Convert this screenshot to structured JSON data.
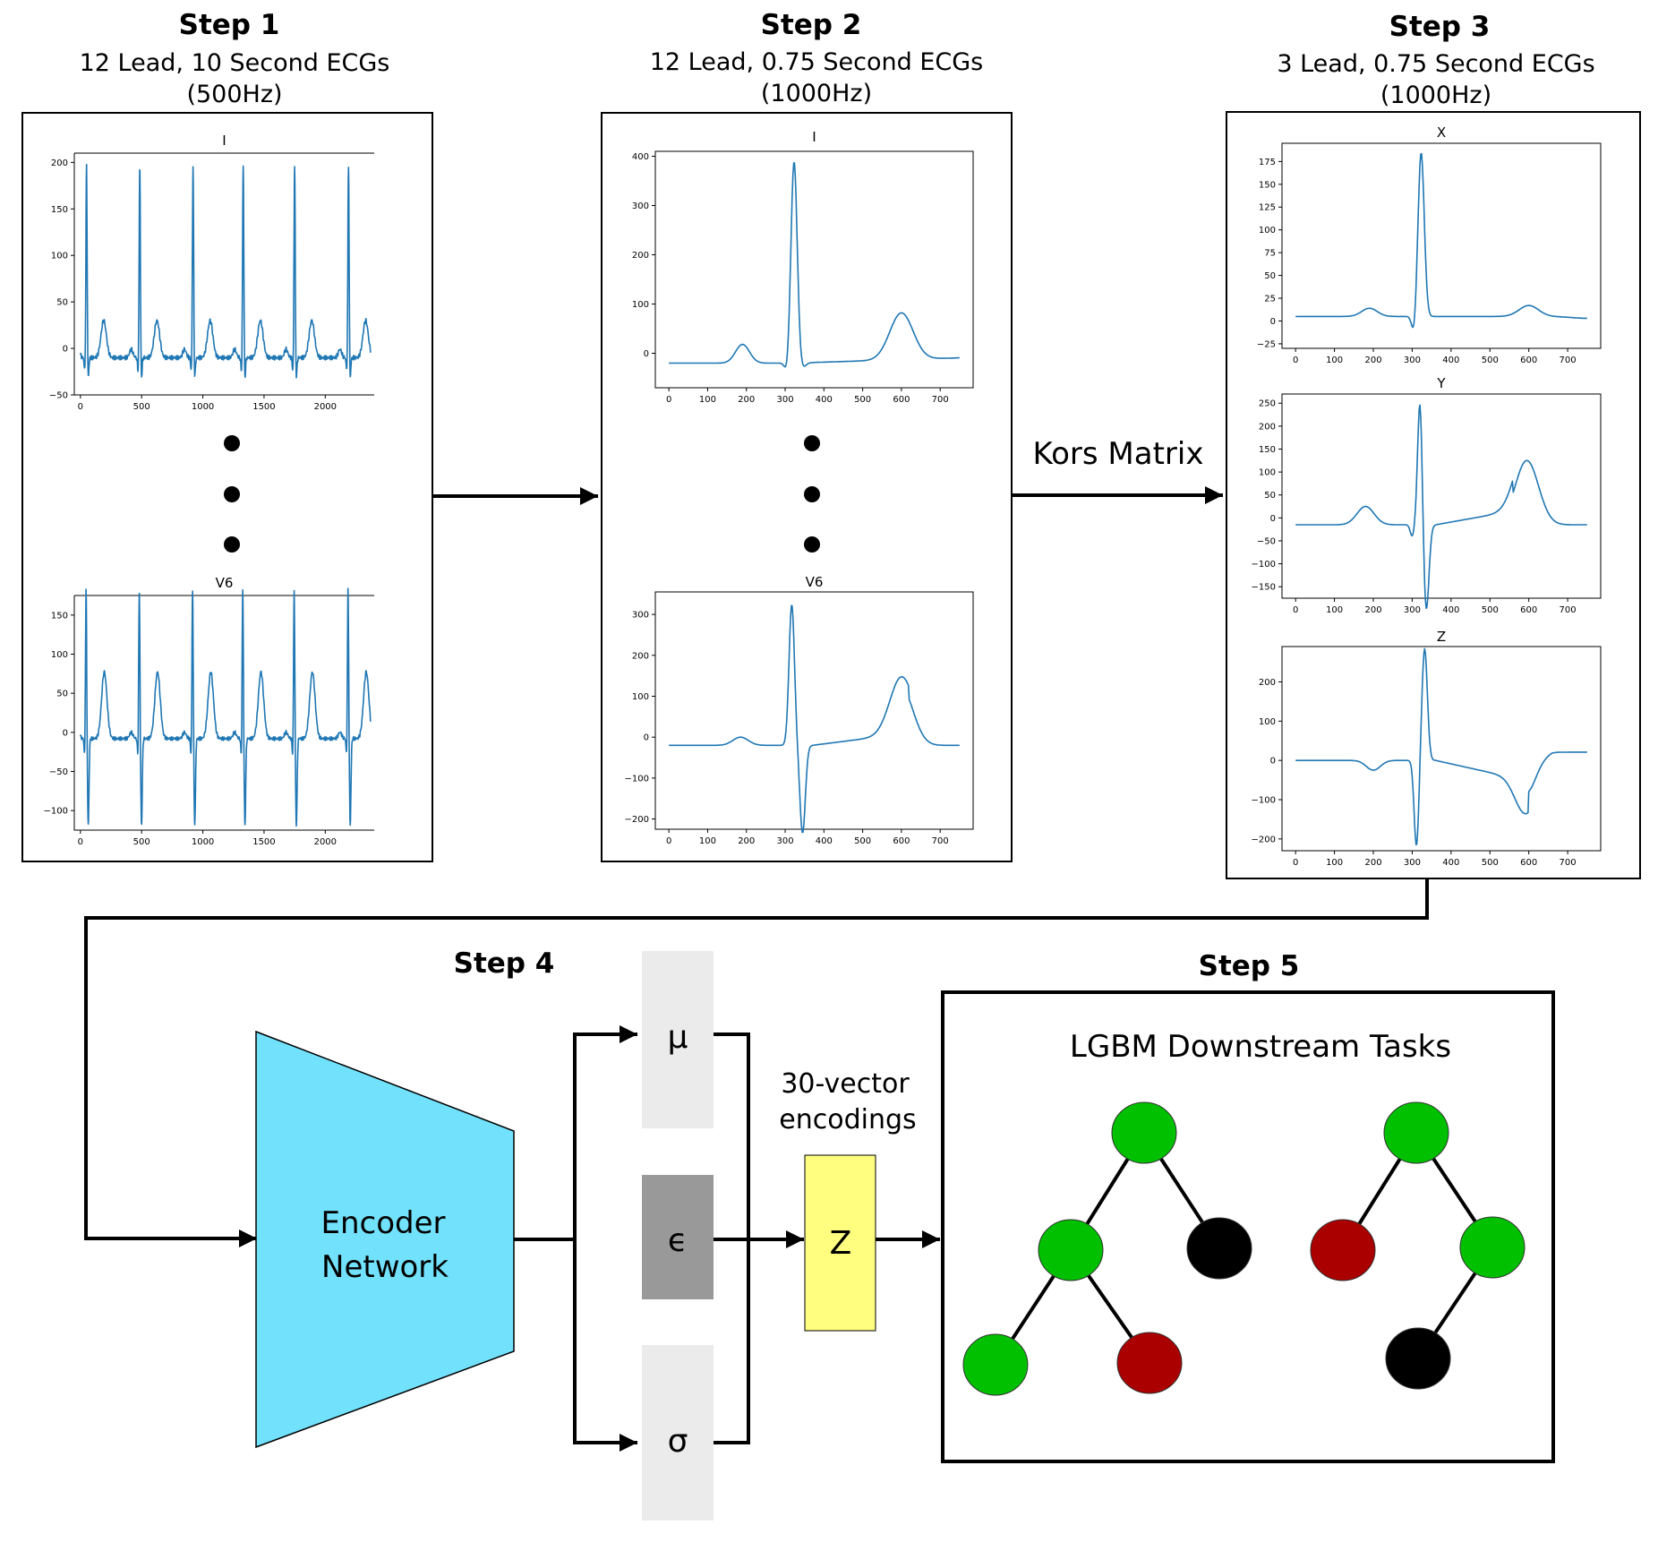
{
  "steps": {
    "step1": {
      "title": "Step 1",
      "line1": "12 Lead, 10 Second ECGs",
      "line2": "(500Hz)"
    },
    "step2": {
      "title": "Step 2",
      "line1": "12 Lead, 0.75 Second ECGs",
      "line2": "(1000Hz)"
    },
    "step3": {
      "title": "Step 3",
      "line1": "3 Lead, 0.75 Second ECGs",
      "line2": "(1000Hz)"
    },
    "step4": {
      "title": "Step 4"
    },
    "step5": {
      "title": "Step 5",
      "heading": "LGBM Downstream Tasks"
    }
  },
  "kors_label": "Kors Matrix",
  "encoder": {
    "line1": "Encoder",
    "line2": "Network",
    "color": "#72e1fc"
  },
  "latent": {
    "mu": "μ",
    "epsilon": "ϵ",
    "sigma": "σ",
    "z": "Z",
    "encoding_line1": "30-vector",
    "encoding_line2": "encodings",
    "z_color": "#fffe7f",
    "mu_sigma_color": "#ebebeb",
    "epsilon_color": "#999999"
  },
  "trace_color": "#1f77b4",
  "node_colors": {
    "green": "#00c000",
    "red": "#aa0000",
    "black": "#000000"
  },
  "chart_data": [
    {
      "type": "line",
      "title": "I",
      "panel": "step1",
      "series": "step1-I",
      "xlim": [
        -50,
        2400
      ],
      "ylim": [
        -50,
        210
      ],
      "xticks": [
        0,
        500,
        1000,
        1500,
        2000
      ],
      "xtick_labels": [
        "0",
        "500",
        "1000",
        "1500",
        "2000"
      ],
      "yticks": [
        -50,
        0,
        50,
        100,
        150,
        200
      ],
      "ytick_labels": [
        "−50",
        "0",
        "50",
        "100",
        "150",
        "200"
      ]
    },
    {
      "type": "line",
      "title": "V6",
      "panel": "step1",
      "series": "step1-V6",
      "xlim": [
        -50,
        2400
      ],
      "ylim": [
        -125,
        175
      ],
      "xticks": [
        0,
        500,
        1000,
        1500,
        2000
      ],
      "xtick_labels": [
        "0",
        "500",
        "1000",
        "1500",
        "2000"
      ],
      "yticks": [
        -100,
        -50,
        0,
        50,
        100,
        150
      ],
      "ytick_labels": [
        "−100",
        "−50",
        "0",
        "50",
        "100",
        "150"
      ]
    },
    {
      "type": "line",
      "title": "I",
      "panel": "step2",
      "series": "step2-I",
      "xlim": [
        -35,
        785
      ],
      "ylim": [
        -70,
        410
      ],
      "xticks": [
        0,
        100,
        200,
        300,
        400,
        500,
        600,
        700
      ],
      "xtick_labels": [
        "0",
        "100",
        "200",
        "300",
        "400",
        "500",
        "600",
        "700"
      ],
      "yticks": [
        0,
        100,
        200,
        300,
        400
      ],
      "ytick_labels": [
        "0",
        "100",
        "200",
        "300",
        "400"
      ]
    },
    {
      "type": "line",
      "title": "V6",
      "panel": "step2",
      "series": "step2-V6",
      "xlim": [
        -35,
        785
      ],
      "ylim": [
        -225,
        355
      ],
      "xticks": [
        0,
        100,
        200,
        300,
        400,
        500,
        600,
        700
      ],
      "xtick_labels": [
        "0",
        "100",
        "200",
        "300",
        "400",
        "500",
        "600",
        "700"
      ],
      "yticks": [
        -200,
        -100,
        0,
        100,
        200,
        300
      ],
      "ytick_labels": [
        "−200",
        "−100",
        "0",
        "100",
        "200",
        "300"
      ]
    },
    {
      "type": "line",
      "title": "X",
      "panel": "step3",
      "series": "step3-X",
      "xlim": [
        -35,
        785
      ],
      "ylim": [
        -30,
        195
      ],
      "xticks": [
        0,
        100,
        200,
        300,
        400,
        500,
        600,
        700
      ],
      "xtick_labels": [
        "0",
        "100",
        "200",
        "300",
        "400",
        "500",
        "600",
        "700"
      ],
      "yticks": [
        -25,
        0,
        25,
        50,
        75,
        100,
        125,
        150,
        175
      ],
      "ytick_labels": [
        "−25",
        "0",
        "25",
        "50",
        "75",
        "100",
        "125",
        "150",
        "175"
      ]
    },
    {
      "type": "line",
      "title": "Y",
      "panel": "step3",
      "series": "step3-Y",
      "xlim": [
        -35,
        785
      ],
      "ylim": [
        -175,
        270
      ],
      "xticks": [
        0,
        100,
        200,
        300,
        400,
        500,
        600,
        700
      ],
      "xtick_labels": [
        "0",
        "100",
        "200",
        "300",
        "400",
        "500",
        "600",
        "700"
      ],
      "yticks": [
        -150,
        -100,
        -50,
        0,
        50,
        100,
        150,
        200,
        250
      ],
      "ytick_labels": [
        "−150",
        "−100",
        "−50",
        "0",
        "50",
        "100",
        "150",
        "200",
        "250"
      ]
    },
    {
      "type": "line",
      "title": "Z",
      "panel": "step3",
      "series": "step3-Z",
      "xlim": [
        -35,
        785
      ],
      "ylim": [
        -230,
        290
      ],
      "xticks": [
        0,
        100,
        200,
        300,
        400,
        500,
        600,
        700
      ],
      "xtick_labels": [
        "0",
        "100",
        "200",
        "300",
        "400",
        "500",
        "600",
        "700"
      ],
      "yticks": [
        -200,
        -100,
        0,
        100,
        200
      ],
      "ytick_labels": [
        "−200",
        "−100",
        "0",
        "100",
        "200"
      ]
    }
  ],
  "trees": [
    {
      "nodes": [
        "green",
        "green",
        "black",
        "green",
        "red"
      ],
      "edges": [
        [
          0,
          1
        ],
        [
          0,
          2
        ],
        [
          1,
          3
        ],
        [
          1,
          4
        ]
      ]
    },
    {
      "nodes": [
        "green",
        "red",
        "green",
        "black"
      ],
      "edges": [
        [
          0,
          1
        ],
        [
          0,
          2
        ],
        [
          2,
          3
        ]
      ]
    }
  ]
}
